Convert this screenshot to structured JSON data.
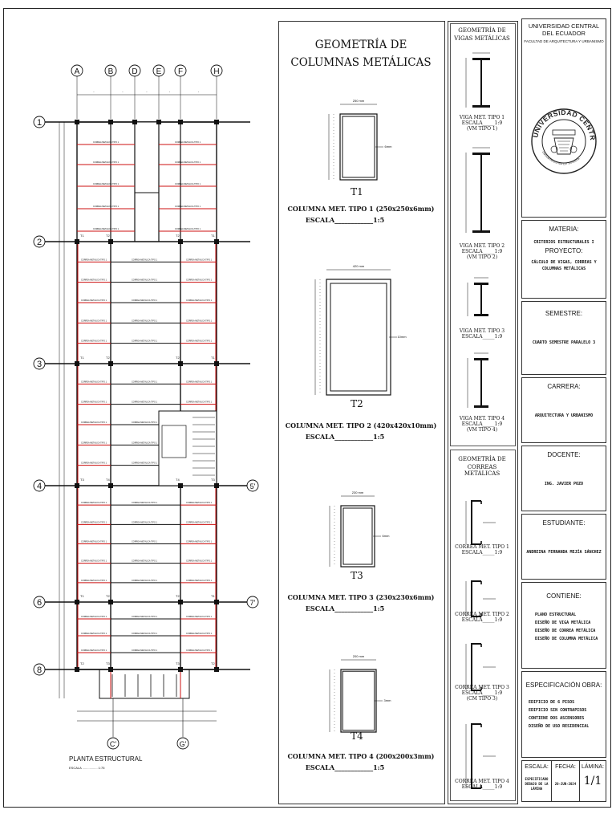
{
  "plan": {
    "axis_letters": [
      "A",
      "B",
      "D",
      "E",
      "F",
      "H"
    ],
    "axis_numbers": [
      "1",
      "2",
      "3",
      "4",
      "6",
      "8"
    ],
    "axis_extra_right": [
      "5'",
      "7'"
    ],
    "axis_bottom": [
      "C'",
      "G'"
    ],
    "title": "PLANTA ESTRUCTURAL",
    "scale": "ESCALA ................. 1:75",
    "red_joist_label": "CORREA METALICA TIPO 1",
    "black_joist_label": "CORREA METALICA TIPO 1",
    "column_tags": [
      "T1",
      "T2",
      "T3",
      "T4"
    ]
  },
  "columns": {
    "title_line1": "GEOMETRÍA DE",
    "title_line2": "COLUMNAS METÁLICAS",
    "items": [
      {
        "tag": "T1",
        "caption": "COLUMNA MET. TIPO 1 (250x250x6mm)",
        "scale": "ESCALA____________1:5",
        "dim": "250 mm",
        "thk": "6mm"
      },
      {
        "tag": "T2",
        "caption": "COLUMNA MET. TIPO 2 (420x420x10mm)",
        "scale": "ESCALA____________1:5",
        "dim": "420 mm",
        "thk": "10mm"
      },
      {
        "tag": "T3",
        "caption": "COLUMNA MET. TIPO 3 (230x230x6mm)",
        "scale": "ESCALA____________1:5",
        "dim": "230 mm",
        "thk": "6mm"
      },
      {
        "tag": "T4",
        "caption": "COLUMNA MET. TIPO 4 (200x200x3mm)",
        "scale": "ESCALA____________1:5",
        "dim": "200 mm",
        "thk": "3mm"
      }
    ]
  },
  "beams": {
    "title_line1": "GEOMETRÍA DE",
    "title_line2": "VIGAS METÁLICAS",
    "items": [
      {
        "l1": "VIGA MET. TIPO 1",
        "l2": "ESCALA_____1:9",
        "l3": "(VM TIPO 1)"
      },
      {
        "l1": "VIGA MET. TIPO 2",
        "l2": "ESCALA_____1:9",
        "l3": "(VM TIPO 2)"
      },
      {
        "l1": "VIGA MET. TIPO 3",
        "l2": "ESCALA_____1:9",
        "l3": ""
      },
      {
        "l1": "VIGA MET. TIPO 4",
        "l2": "ESCALA_____1:9",
        "l3": "(VM TIPO 4)"
      }
    ]
  },
  "purlins": {
    "title_line1": "GEOMETRÍA DE",
    "title_line2": "CORREAS METÁLICAS",
    "items": [
      {
        "l1": "CORREA MET. TIPO 1",
        "l2": "ESCALA_____1:9",
        "l3": ""
      },
      {
        "l1": "CORREA MET. TIPO 2",
        "l2": "ESCALA_____1:9",
        "l3": ""
      },
      {
        "l1": "CORREA MET. TIPO 3",
        "l2": "ESCALA_____1:9",
        "l3": "(CM TIPO 3)"
      },
      {
        "l1": "CORREA MET. TIPO 4",
        "l2": "ESCALA_____1:9",
        "l3": ""
      }
    ]
  },
  "titleblock": {
    "university_line1": "UNIVERSIDAD CENTRAL",
    "university_line2": "DEL ECUADOR",
    "faculty": "FACULTAD DE ARQUITECTURA Y URBANISMO",
    "seal_top": "UNIVERSIDAD CENTRAL DEL ECUADOR",
    "materia_label": "MATERIA:",
    "materia_value": "CRITERIOS ESTRUCTURALES I",
    "proyecto_label": "PROYECTO:",
    "proyecto_value_1": "CÁLCULO DE VIGAS, CORREAS Y",
    "proyecto_value_2": "COLUMNAS METÁLICAS",
    "semestre_label": "SEMESTRE:",
    "semestre_value": "CUARTO SEMESTRE PARALELO 3",
    "carrera_label": "CARRERA:",
    "carrera_value": "ARQUITECTURA Y URBANISMO",
    "docente_label": "DOCENTE:",
    "docente_value": "ING. JAVIER POZO",
    "estudiante_label": "ESTUDIANTE:",
    "estudiante_value": "ANDREINA FERNANDA MEJÍA SÁNCHEZ",
    "contiene_label": "CONTIENE:",
    "contiene_items": [
      "PLANO ESTRUCTURAL",
      "DISEÑO DE VIGA METÁLICA",
      "DISEÑO DE CORREA METÁLICA",
      "DISEÑO DE COLUMNA METÁLICA"
    ],
    "especificacion_label": "ESPECIFICACIÓN OBRA:",
    "especificacion_items": [
      "EDIFICIO DE 6 PISOS",
      "EDIFICIO SIN CONTRAPISOS",
      "CONTIENE DOS ASCENSORES",
      "DISEÑO DE USO RESIDENCIAL"
    ],
    "escala_label": "ESCALA:",
    "escala_value_1": "ESPECIFICADO",
    "escala_value_2": "DEBAJO DE LA",
    "escala_value_3": "LÁMINA",
    "fecha_label": "FECHA:",
    "fecha_value": "20-JUN-2024",
    "lamina_label": "LÁMINA:",
    "lamina_value": "1/1"
  }
}
